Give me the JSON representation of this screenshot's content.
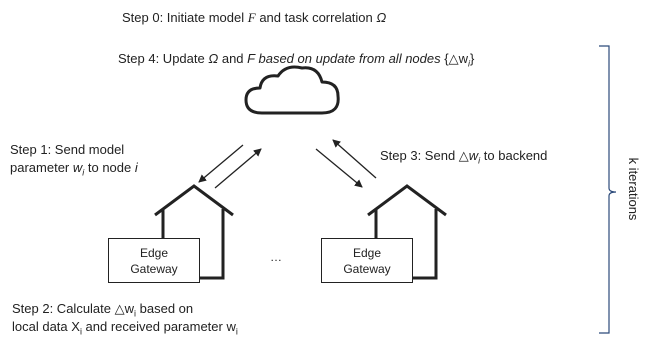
{
  "step0": {
    "text": "Step 0: Initiate model ",
    "model_symbol": "F",
    "middle": " and task correlation ",
    "corr_symbol": "Ω"
  },
  "step4": {
    "prefix": "Step 4: Update ",
    "omega": "Ω",
    "and": " and ",
    "f": "F",
    "based": " based on update from all nodes ",
    "set": "{△w",
    "sub": "i",
    "close": "}"
  },
  "step1": {
    "line1": "Step 1: Send model",
    "line2_prefix": "parameter ",
    "w": "w",
    "sub": "i",
    "line2_suffix": " to node ",
    "node": "i"
  },
  "step3": {
    "prefix": "Step 3: Send ",
    "delta": "△w",
    "sub": "i",
    "suffix": " to backend"
  },
  "step2": {
    "line1_prefix": "Step 2: Calculate ",
    "delta": "△w",
    "sub1": "i",
    "line1_suffix": " based on",
    "line2_prefix": "local data X",
    "sub2": "i",
    "line2_suffix": " and received parameter w",
    "sub3": "i"
  },
  "gateway_left": {
    "line1": "Edge",
    "line2": "Gateway"
  },
  "gateway_right": {
    "line1": "Edge",
    "line2": "Gateway"
  },
  "ellipsis": "…",
  "iterations_label": "k iterations",
  "icons": {
    "cloud": "cloud-icon",
    "house": "house-icon"
  }
}
